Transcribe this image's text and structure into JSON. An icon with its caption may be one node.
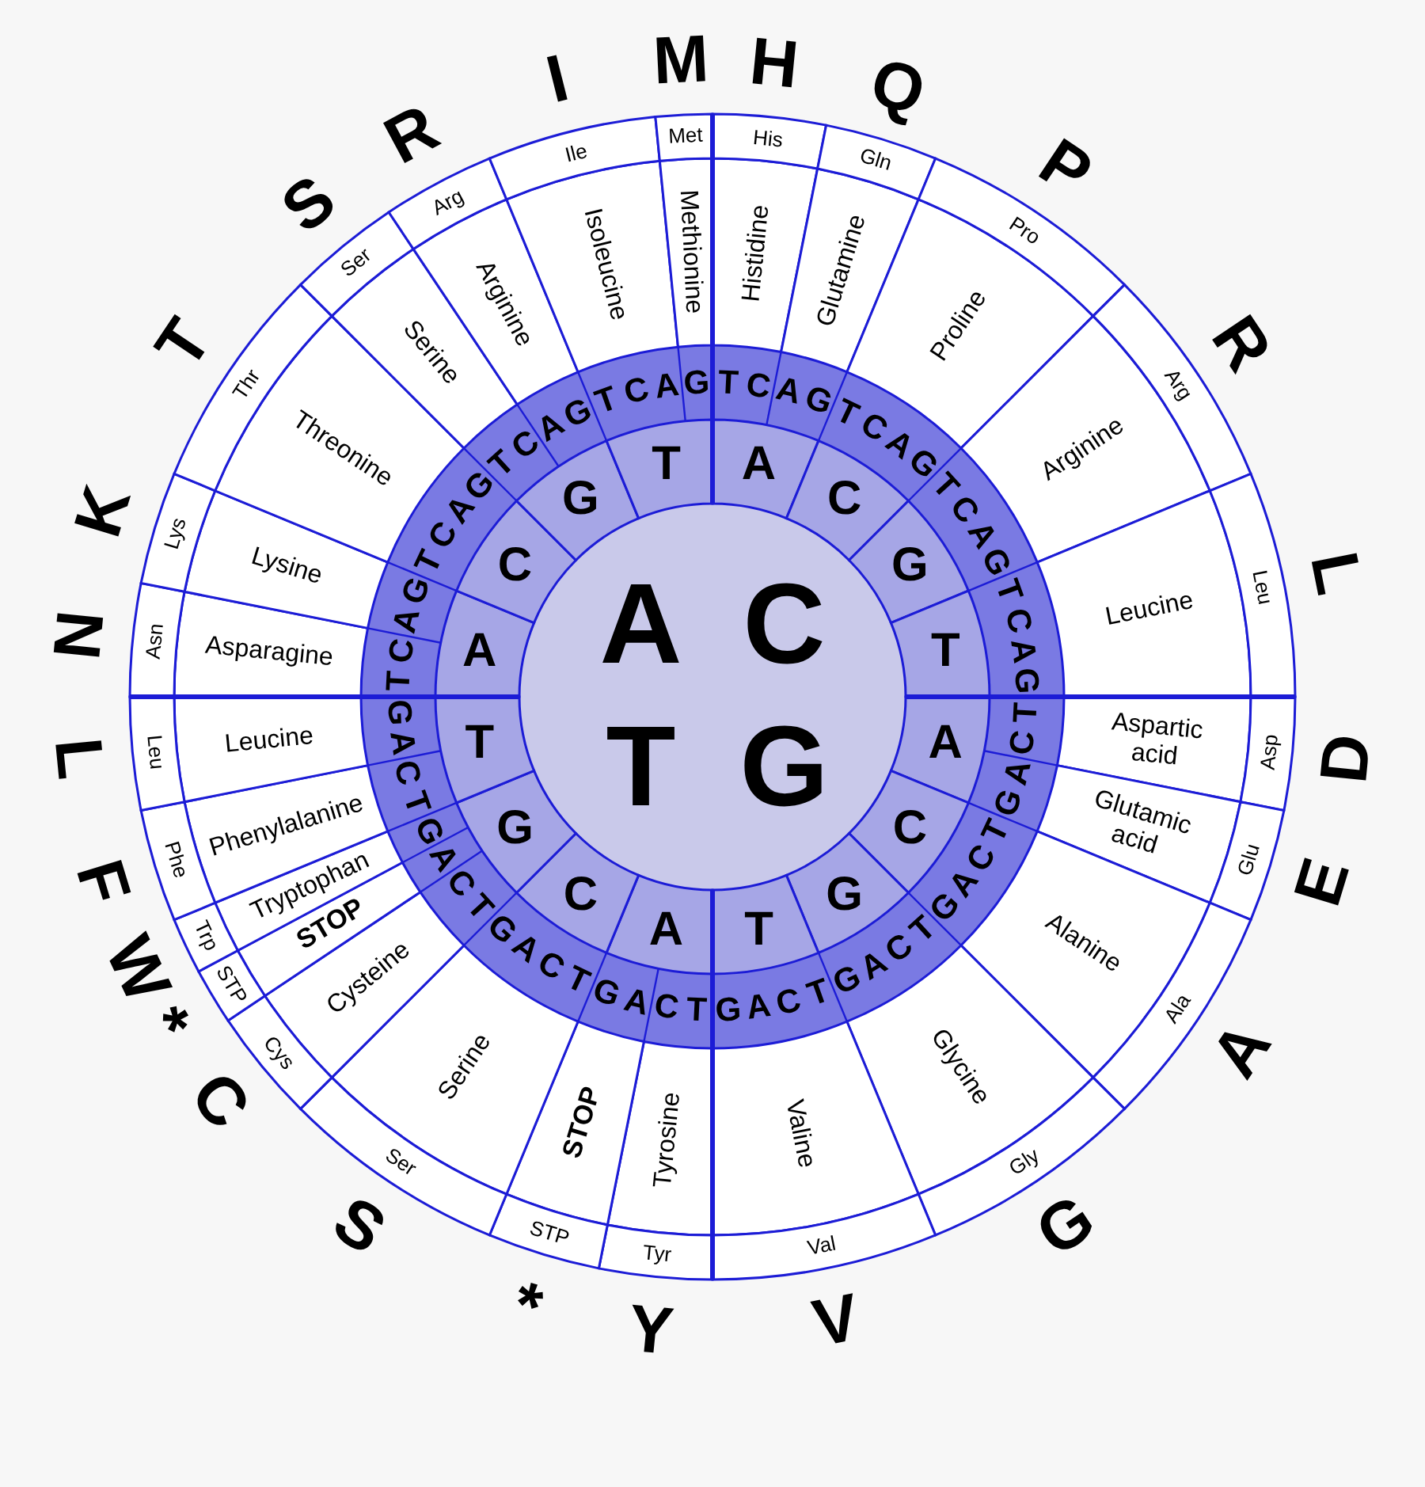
{
  "diagram": {
    "nodes": [
      {
        "text": [
          "C"
        ]
      },
      {
        "text": [
          "G"
        ]
      },
      {
        "text": [
          "T"
        ]
      },
      {
        "text": [
          "A"
        ]
      },
      {
        "text": [
          "A"
        ]
      },
      {
        "text": [
          "C"
        ]
      },
      {
        "text": [
          "G"
        ]
      },
      {
        "text": [
          "T"
        ]
      },
      {
        "text": [
          "A"
        ]
      },
      {
        "text": [
          "C"
        ]
      },
      {
        "text": [
          "G"
        ]
      },
      {
        "text": [
          "T"
        ]
      },
      {
        "text": [
          "A"
        ]
      },
      {
        "text": [
          "C"
        ]
      },
      {
        "text": [
          "G"
        ]
      },
      {
        "text": [
          "T"
        ]
      },
      {
        "text": [
          "A"
        ]
      },
      {
        "text": [
          "C"
        ]
      },
      {
        "text": [
          "G"
        ]
      },
      {
        "text": [
          "T"
        ]
      },
      {
        "text": [
          "Histidine"
        ]
      },
      {
        "text": [
          "Glutamine"
        ]
      },
      {
        "text": [
          "Proline"
        ]
      },
      {
        "text": [
          "Arginine"
        ]
      },
      {
        "text": [
          "Leucine"
        ]
      },
      {
        "text": [
          "Aspartic acid"
        ]
      },
      {
        "text": [
          "Glutamic acid"
        ]
      },
      {
        "text": [
          "Alanine"
        ]
      },
      {
        "text": [
          "Glycine"
        ]
      },
      {
        "text": [
          "Valine"
        ]
      },
      {
        "text": [
          "Tyrosine"
        ]
      },
      {
        "text": [
          "STOP"
        ]
      },
      {
        "text": [
          "Serine"
        ]
      },
      {
        "text": [
          "Cysteine"
        ]
      },
      {
        "text": [
          "STOP"
        ]
      },
      {
        "text": [
          "Tryptophan"
        ]
      },
      {
        "text": [
          "Phenylalanine"
        ]
      },
      {
        "text": [
          "Leucine"
        ]
      },
      {
        "text": [
          "Asparagine"
        ]
      },
      {
        "text": [
          "Lysine"
        ]
      },
      {
        "text": [
          "Threonine"
        ]
      },
      {
        "text": [
          "Serine"
        ]
      },
      {
        "text": [
          "Arginine"
        ]
      },
      {
        "text": [
          "Isoleucine"
        ]
      },
      {
        "text": [
          "Methionine"
        ]
      },
      {
        "text": [
          "His"
        ],
        "beside": [
          "H"
        ]
      },
      {
        "text": [
          "Gln"
        ],
        "beside": [
          "Q"
        ]
      },
      {
        "text": [
          "Pro"
        ],
        "beside": [
          "P"
        ]
      },
      {
        "text": [
          "Arg"
        ],
        "beside": [
          "R"
        ]
      },
      {
        "text": [
          "Leu"
        ],
        "beside": [
          "L"
        ]
      },
      {
        "text": [
          "Asp"
        ],
        "beside": [
          "D"
        ]
      },
      {
        "text": [
          "Glu"
        ],
        "beside": [
          "E"
        ]
      },
      {
        "text": [
          "Ala"
        ],
        "beside": [
          "A"
        ]
      },
      {
        "text": [
          "Gly"
        ],
        "beside": [
          "G"
        ]
      },
      {
        "text": [
          "Val"
        ],
        "beside": [
          "V"
        ]
      },
      {
        "text": [
          "Tyr"
        ],
        "beside": [
          "Y"
        ]
      },
      {
        "text": [
          "STP"
        ],
        "beside": [
          "*"
        ]
      },
      {
        "text": [
          "Ser"
        ],
        "beside": [
          "S"
        ]
      },
      {
        "text": [
          "Cys"
        ],
        "beside": [
          "C"
        ]
      },
      {
        "text": [
          "STP"
        ],
        "beside": [
          "*"
        ]
      },
      {
        "text": [
          "Trp"
        ],
        "beside": [
          "W"
        ]
      },
      {
        "text": [
          "Phe"
        ],
        "beside": [
          "F"
        ]
      },
      {
        "text": [
          "Leu"
        ],
        "beside": [
          "L"
        ]
      },
      {
        "text": [
          "Asn"
        ],
        "beside": [
          "N"
        ]
      },
      {
        "text": [
          "Lys"
        ],
        "beside": [
          "K"
        ]
      },
      {
        "text": [
          "Thr"
        ],
        "beside": [
          "T"
        ]
      },
      {
        "text": [
          "Ser"
        ],
        "beside": [
          "S"
        ]
      },
      {
        "text": [
          "Arg"
        ],
        "beside": [
          "R"
        ]
      },
      {
        "text": [
          "Ile"
        ],
        "beside": [
          "I"
        ]
      },
      {
        "text": [
          "Met"
        ],
        "beside": [
          "M"
        ]
      }
    ],
    "labels": [
      "T",
      "C",
      "A",
      "G",
      "T",
      "C",
      "A",
      "G",
      "T",
      "C",
      "A",
      "G",
      "T",
      "C",
      "A",
      "G",
      "T",
      "C",
      "A",
      "G",
      "T",
      "C",
      "A",
      "G",
      "T",
      "C",
      "A",
      "G",
      "T",
      "C",
      "A",
      "G",
      "T",
      "C",
      "A",
      "G",
      "T",
      "C",
      "A",
      "G",
      "T",
      "C",
      "A",
      "G",
      "T",
      "C",
      "A",
      "G",
      "T",
      "C",
      "A",
      "G",
      "T",
      "C",
      "A",
      "G",
      "T",
      "C",
      "A",
      "G",
      "T",
      "C",
      "A",
      "G"
    ]
  }
}
